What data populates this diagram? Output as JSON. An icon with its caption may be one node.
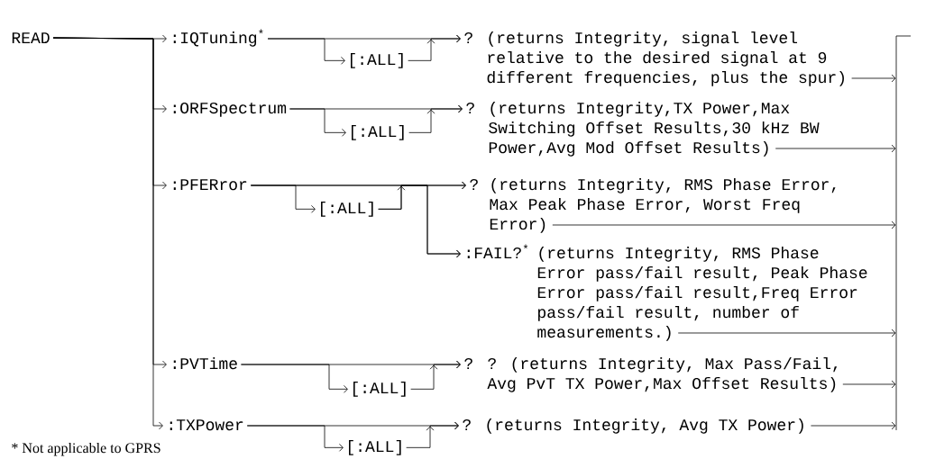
{
  "diagram": {
    "nodes": [
      {
        "text": [
          "READ"
        ]
      },
      {
        "text": [
          ":IQTuning$^{*}$"
        ]
      },
      {
        "text": [
          "[:ALL]"
        ]
      },
      {
        "text": [
          "?",
          "(returns Integrity, signal level relative to the desired signal at 9 different frequencies, plus the spur)"
        ]
      },
      {
        "text": [
          ":ORFSpectrum"
        ]
      },
      {
        "text": [
          "[:ALL]"
        ]
      },
      {
        "text": [
          "?",
          "(returns Integrity,TX Power,Max Switching Offset Results,30 kHz BW Power,Avg Mod Offset Results)"
        ]
      },
      {
        "text": [
          ":PFERror"
        ]
      },
      {
        "text": [
          "[:ALL]"
        ]
      },
      {
        "text": [
          "?",
          "(returns Integrity, RMS Phase Error, Max Peak Phase Error, Worst Freq Error)"
        ]
      },
      {
        "text": [
          ":FAIL?$^{*}$",
          "(returns Integrity, RMS Phase Error pass/fail result, Peak Phase Error pass/fail result,Freq Error pass/fail result, number of measurements.)"
        ]
      },
      {
        "text": [
          ":PVTime"
        ]
      },
      {
        "text": [
          "[:ALL]"
        ]
      },
      {
        "text": [
          "?",
          "? (returns Integrity, Max Pass/Fail, Avg PvT TX Power,Max Offset Results)"
        ]
      },
      {
        "text": [
          ":TXPower"
        ]
      },
      {
        "text": [
          "[:ALL]"
        ]
      },
      {
        "text": [
          "?",
          "(returns Integrity, Avg TX Power)"
        ]
      },
      {
        "text": [],
        "shape": "bar"
      }
    ],
    "edges": [
      {
        "from": 0,
        "to": 1,
        "arrow": "to"
      },
      {
        "from": 0,
        "to": 4,
        "arrow": "to"
      },
      {
        "from": 0,
        "to": 7,
        "arrow": "to"
      },
      {
        "from": 0,
        "to": 11,
        "arrow": "to"
      },
      {
        "from": 0,
        "to": 14,
        "arrow": "to"
      },
      {
        "from": 1,
        "to": 2,
        "arrow": "to"
      },
      {
        "from": 2,
        "to": 3,
        "arrow": "to"
      },
      {
        "from": 1,
        "to": 3,
        "arrow": "to"
      },
      {
        "from": 4,
        "to": 5,
        "arrow": "to"
      },
      {
        "from": 5,
        "to": 6,
        "arrow": "to"
      },
      {
        "from": 4,
        "to": 6,
        "arrow": "to"
      },
      {
        "from": 7,
        "to": 8,
        "arrow": "to"
      },
      {
        "from": 8,
        "to": 9,
        "arrow": "to"
      },
      {
        "from": 7,
        "to": 9,
        "arrow": "to"
      },
      {
        "from": 7,
        "to": 10,
        "arrow": "to"
      },
      {
        "from": 8,
        "to": 10,
        "arrow": "to"
      },
      {
        "from": 11,
        "to": 12,
        "arrow": "to"
      },
      {
        "from": 12,
        "to": 13,
        "arrow": "to"
      },
      {
        "from": 11,
        "to": 13,
        "arrow": "to"
      },
      {
        "from": 14,
        "to": 15,
        "arrow": "to"
      },
      {
        "from": 15,
        "to": 16,
        "arrow": "to"
      },
      {
        "from": 14,
        "to": 16,
        "arrow": "to"
      },
      {
        "from": 3,
        "to": 17,
        "arrow": "to"
      },
      {
        "from": 6,
        "to": 17,
        "arrow": "to"
      },
      {
        "from": 9,
        "to": 17,
        "arrow": "to"
      },
      {
        "from": 10,
        "to": 17,
        "arrow": "to"
      },
      {
        "from": 13,
        "to": 17,
        "arrow": "to"
      },
      {
        "from": 16,
        "to": 17,
        "arrow": "to"
      }
    ],
    "labels": [
      "* Not applicable to GPRS"
    ]
  }
}
